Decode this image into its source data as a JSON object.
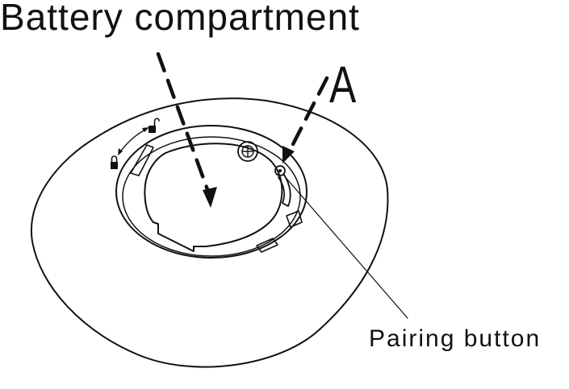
{
  "diagram": {
    "title": "Battery compartment",
    "marker_label": "A",
    "callout_label": "Pairing button",
    "lock_icon": "padlock-closed-icon",
    "unlock_icon": "padlock-open-icon",
    "stroke_color": "#111111",
    "background": "#ffffff"
  }
}
